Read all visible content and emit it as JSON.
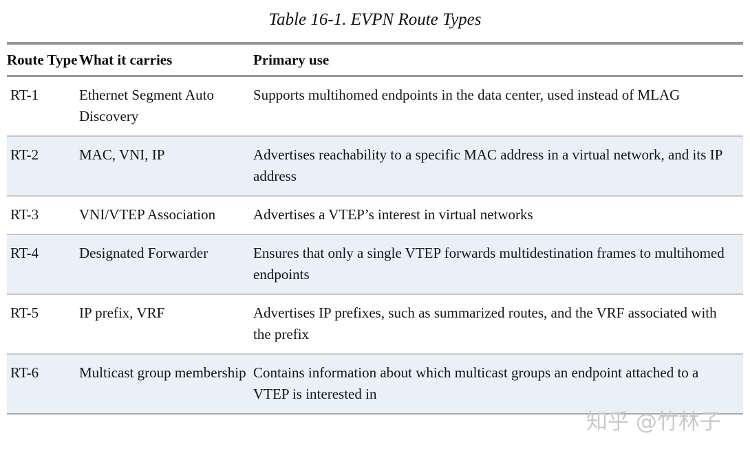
{
  "table": {
    "title": "Table 16-1. EVPN Route Types",
    "columns": [
      "Route Type",
      "What it carries",
      "Primary use"
    ],
    "rows": [
      {
        "route_type": "RT-1",
        "carries": "Ethernet Segment Auto Discovery",
        "primary_use": "Supports multihomed endpoints in the data center, used instead of MLAG"
      },
      {
        "route_type": "RT-2",
        "carries": "MAC, VNI, IP",
        "primary_use": "Advertises reachability to a specific MAC address in a virtual network, and its IP address"
      },
      {
        "route_type": "RT-3",
        "carries": "VNI/VTEP Association",
        "primary_use": "Advertises a VTEP’s interest in virtual networks"
      },
      {
        "route_type": "RT-4",
        "carries": "Designated Forwarder",
        "primary_use": "Ensures that only a single VTEP forwards multidestination frames to multihomed endpoints"
      },
      {
        "route_type": "RT-5",
        "carries": "IP prefix, VRF",
        "primary_use": "Advertises IP prefixes, such as summarized routes, and the VRF associated with the prefix"
      },
      {
        "route_type": "RT-6",
        "carries": "Multicast group membership",
        "primary_use": "Contains information about which multicast groups an endpoint attached to a VTEP is interested in"
      }
    ]
  },
  "watermark": {
    "text": "知乎 @竹林子"
  },
  "colors": {
    "row_shaded": "#eaf0f8",
    "border_heavy": "#979797",
    "border_light": "#c6c6c6",
    "text": "#141414"
  }
}
